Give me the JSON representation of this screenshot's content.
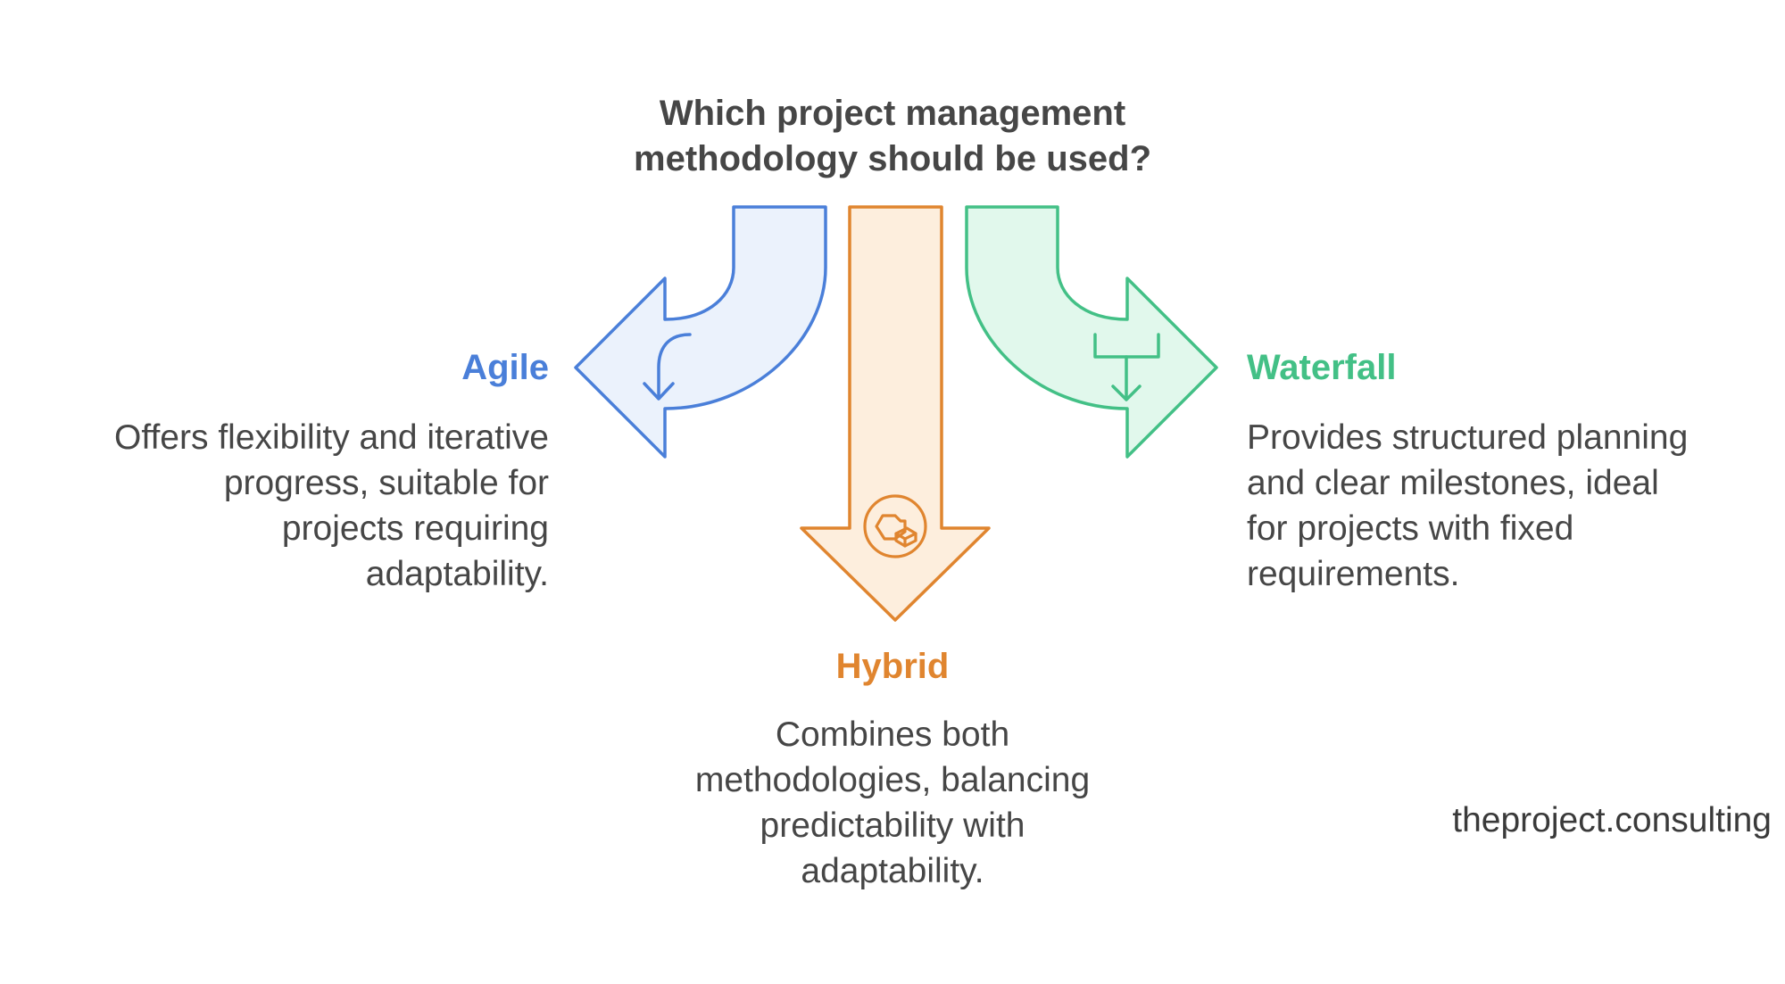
{
  "question": {
    "lines": [
      "Which project management",
      "methodology should be used?"
    ]
  },
  "options": {
    "agile": {
      "title": "Agile",
      "lines": [
        "Offers flexibility and iterative",
        "progress, suitable for",
        "projects requiring",
        "adaptability."
      ],
      "color": "#4a7fd9",
      "fill": "#ebf2fc",
      "icon": "curved-arrow-icon"
    },
    "hybrid": {
      "title": "Hybrid",
      "lines": [
        "Combines both",
        "methodologies, balancing",
        "predictability with",
        "adaptability."
      ],
      "color": "#e0852f",
      "fill": "#fdeedd",
      "icon": "puzzle-blocks-icon"
    },
    "waterfall": {
      "title": "Waterfall",
      "lines": [
        "Provides structured planning",
        "and clear milestones, ideal",
        "for projects with fixed",
        "requirements."
      ],
      "color": "#43c086",
      "fill": "#e1f8ec",
      "icon": "cascade-arrow-icon"
    }
  },
  "watermark": "theproject.consulting"
}
